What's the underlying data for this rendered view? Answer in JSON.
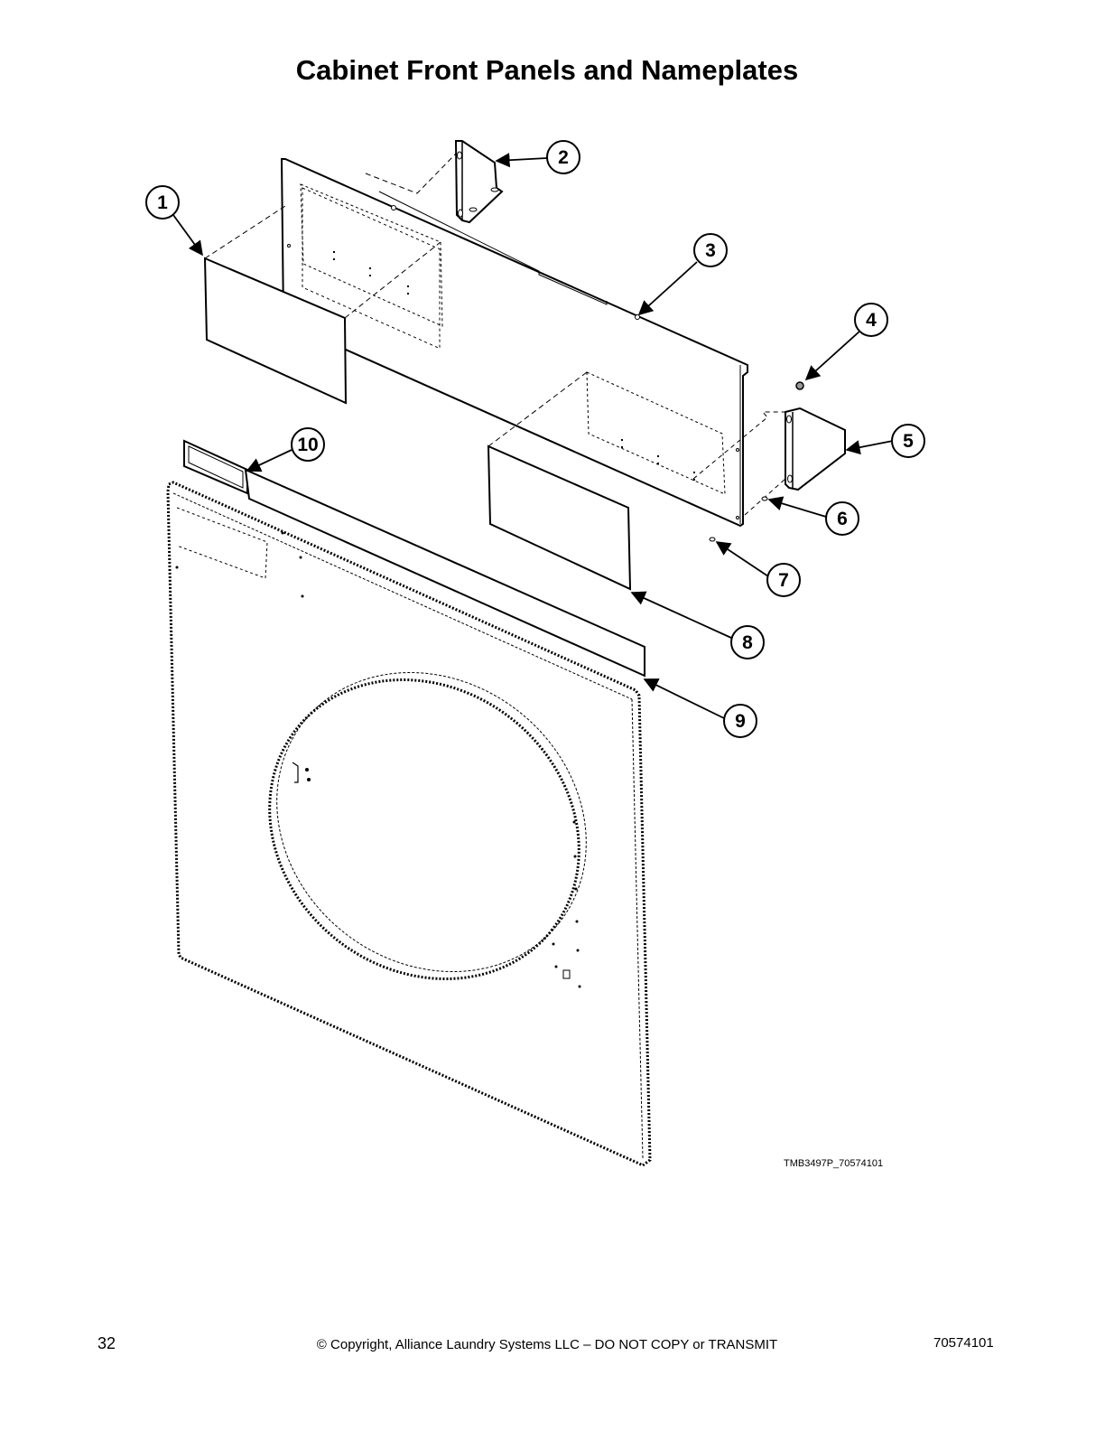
{
  "page": {
    "title": "Cabinet Front Panels and Nameplates",
    "figure_code": "TMB3497P_70574101",
    "page_number": "32",
    "copyright": "© Copyright, Alliance Laundry Systems LLC – DO NOT COPY or TRANSMIT",
    "document_number": "70574101"
  },
  "callouts": [
    {
      "id": 1,
      "label": "1"
    },
    {
      "id": 2,
      "label": "2"
    },
    {
      "id": 3,
      "label": "3"
    },
    {
      "id": 4,
      "label": "4"
    },
    {
      "id": 5,
      "label": "5"
    },
    {
      "id": 6,
      "label": "6"
    },
    {
      "id": 7,
      "label": "7"
    },
    {
      "id": 8,
      "label": "8"
    },
    {
      "id": 9,
      "label": "9"
    },
    {
      "id": 10,
      "label": "10"
    }
  ]
}
